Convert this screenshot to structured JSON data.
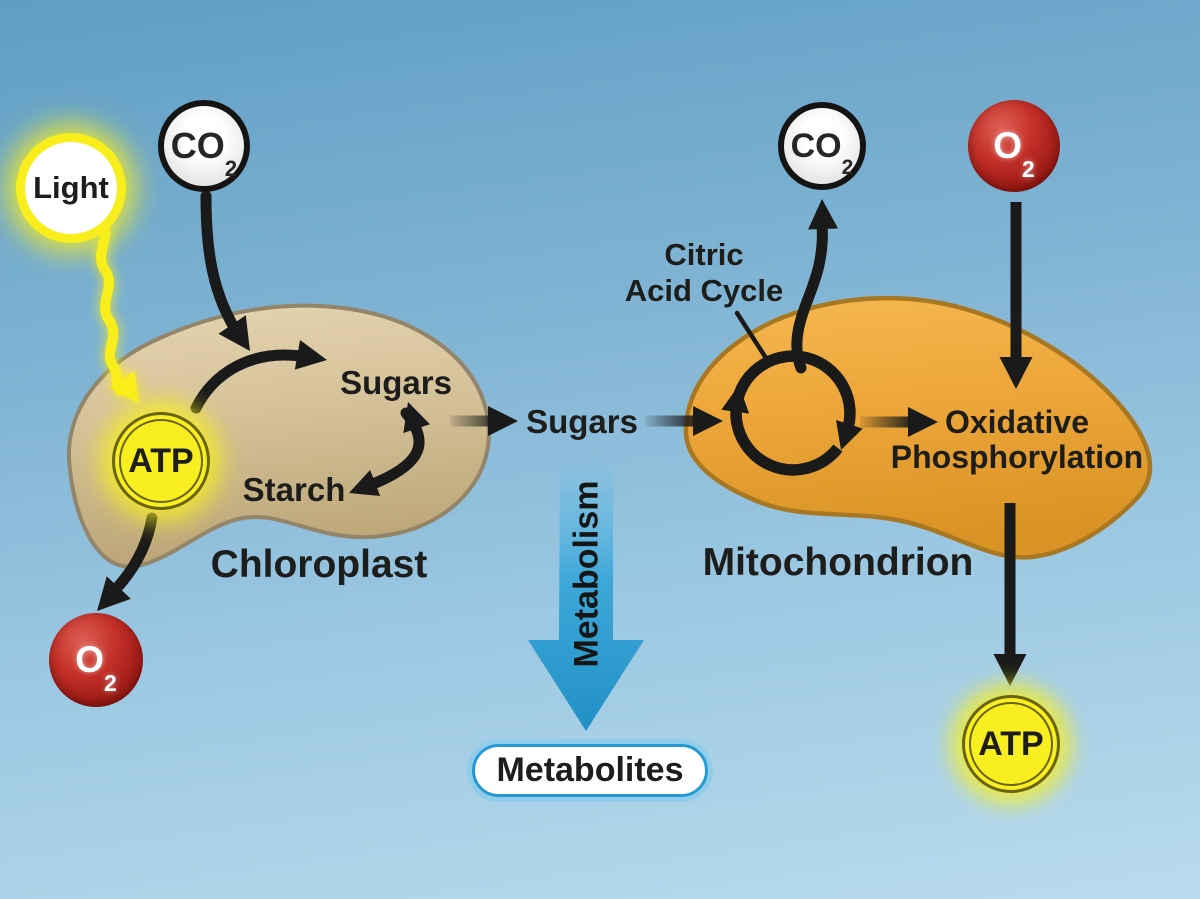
{
  "molecules": {
    "light": {
      "label": "Light"
    },
    "co2_left": {
      "symbol": "CO",
      "subscript": "2"
    },
    "co2_right": {
      "symbol": "CO",
      "subscript": "2"
    },
    "o2_right": {
      "symbol": "O",
      "subscript": "2"
    },
    "o2_left": {
      "symbol": "O",
      "subscript": "2"
    },
    "atp_left": {
      "label": "ATP"
    },
    "atp_right": {
      "label": "ATP"
    }
  },
  "chloroplast": {
    "name": "Chloroplast",
    "sugars": "Sugars",
    "starch": "Starch"
  },
  "mitochondrion": {
    "name": "Mitochondrion",
    "citric_acid_cycle": [
      "Citric",
      "Acid Cycle"
    ],
    "oxidative_phosphorylation": [
      "Oxidative",
      "Phosphorylation"
    ]
  },
  "flow": {
    "sugars_intermediate": "Sugars",
    "metabolism": "Metabolism",
    "metabolites": "Metabolites"
  },
  "colors": {
    "background_top": "#5f9ec5",
    "background_bottom": "#b9dbee",
    "chloroplast_fill": "#d5c29a",
    "chloroplast_border": "#93856a",
    "mitochondrion_fill": "#eda63a",
    "mitochondrion_border": "#a87722",
    "atp_yellow": "#f8ee20",
    "light_yellow": "#f8ee1e",
    "o2_red": "#b01e1a",
    "co2_gray": "#e2e2e2",
    "metabolism_blue": "#2ea1d6",
    "metabolites_border_blue": "#2699d4",
    "arrow_black": "#1a1a1a"
  }
}
